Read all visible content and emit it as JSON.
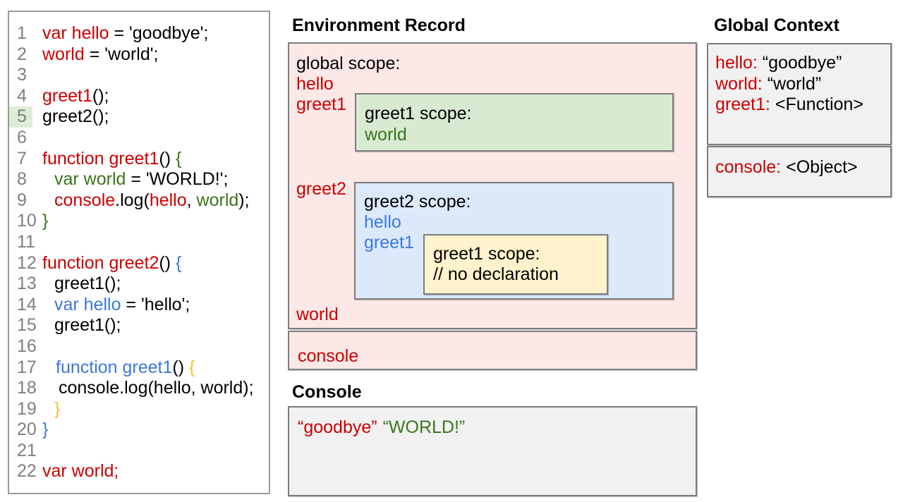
{
  "headings": {
    "environment_record": "Environment Record",
    "console": "Console",
    "global_context": "Global Context"
  },
  "palette": {
    "keyword_red": "#cc0000",
    "scope_green": "#38761d",
    "scope_blue": "#3c78d8",
    "scope_yellow": "#f1c232",
    "global_scope_bg": "#fce9e7",
    "greet1_scope_bg": "#d9ead3",
    "greet2_scope_bg": "#dbe9fb",
    "greet1_inner_scope_bg": "#fff2cc",
    "context_box_bg": "#f1f1f1",
    "line_highlight_bg": "#deedd6",
    "line_number_gray": "#7f7f7f"
  },
  "code": {
    "highlighted_line": 5,
    "lines": [
      {
        "n": 1,
        "indent": 0,
        "tokens": [
          [
            "var hello",
            "red"
          ],
          [
            " = 'goodbye';",
            "black"
          ]
        ]
      },
      {
        "n": 2,
        "indent": 0,
        "tokens": [
          [
            "world",
            "red"
          ],
          [
            " = 'world';",
            "black"
          ]
        ]
      },
      {
        "n": 3,
        "indent": 0,
        "tokens": []
      },
      {
        "n": 4,
        "indent": 0,
        "tokens": [
          [
            "greet1",
            "red"
          ],
          [
            "();",
            "black"
          ]
        ]
      },
      {
        "n": 5,
        "indent": 0,
        "tokens": [
          [
            "greet2();",
            "black"
          ]
        ]
      },
      {
        "n": 6,
        "indent": 0,
        "tokens": []
      },
      {
        "n": 7,
        "indent": 0,
        "tokens": [
          [
            "function greet1",
            "red"
          ],
          [
            "() ",
            "black"
          ],
          [
            "{",
            "green"
          ]
        ]
      },
      {
        "n": 8,
        "indent": 17,
        "tokens": [
          [
            "var world",
            "green"
          ],
          [
            " = 'WORLD!';",
            "black"
          ]
        ]
      },
      {
        "n": 9,
        "indent": 17,
        "tokens": [
          [
            "console",
            "red"
          ],
          [
            ".log(",
            "black"
          ],
          [
            "hello",
            "red"
          ],
          [
            ", ",
            "black"
          ],
          [
            "world",
            "green"
          ],
          [
            ");",
            "black"
          ]
        ]
      },
      {
        "n": 10,
        "indent": 0,
        "tokens": [
          [
            "}",
            "green"
          ]
        ]
      },
      {
        "n": 11,
        "indent": 0,
        "tokens": []
      },
      {
        "n": 12,
        "indent": 0,
        "tokens": [
          [
            "function greet2",
            "red"
          ],
          [
            "() ",
            "black"
          ],
          [
            "{",
            "blue"
          ]
        ]
      },
      {
        "n": 13,
        "indent": 17,
        "tokens": [
          [
            "greet1();",
            "black"
          ]
        ]
      },
      {
        "n": 14,
        "indent": 17,
        "tokens": [
          [
            "var hello",
            "blue"
          ],
          [
            " = 'hello';",
            "black"
          ]
        ]
      },
      {
        "n": 15,
        "indent": 17,
        "tokens": [
          [
            "greet1();",
            "black"
          ]
        ]
      },
      {
        "n": 16,
        "indent": 0,
        "tokens": []
      },
      {
        "n": 17,
        "indent": 19,
        "tokens": [
          [
            "function greet1",
            "blue"
          ],
          [
            "() ",
            "black"
          ],
          [
            "{",
            "yellow"
          ]
        ]
      },
      {
        "n": 18,
        "indent": 23,
        "tokens": [
          [
            "console.log(hello, world);",
            "black"
          ]
        ]
      },
      {
        "n": 19,
        "indent": 17,
        "tokens": [
          [
            "}",
            "yellow"
          ]
        ]
      },
      {
        "n": 20,
        "indent": 0,
        "tokens": [
          [
            "}",
            "blue"
          ]
        ]
      },
      {
        "n": 21,
        "indent": 0,
        "tokens": []
      },
      {
        "n": 22,
        "indent": 0,
        "tokens": [
          [
            "var world;",
            "red"
          ]
        ]
      }
    ]
  },
  "environment_record": {
    "global_scope_label": "global scope:",
    "global_vars": {
      "hello": "hello",
      "greet1": "greet1",
      "greet2": "greet2",
      "world": "world"
    },
    "greet1_scope": {
      "label": "greet1 scope:",
      "world": "world"
    },
    "greet2_scope": {
      "label": "greet2 scope:",
      "hello": "hello",
      "greet1": "greet1"
    },
    "greet1_inner_scope": {
      "label": "greet1 scope:",
      "comment": "// no declaration"
    },
    "console_label": "console"
  },
  "console_output": {
    "arg1": "“goodbye”",
    "arg2": "“WORLD!”"
  },
  "global_context": {
    "rows_box1": [
      {
        "name": "hello:",
        "value": "“goodbye”"
      },
      {
        "name": "world:",
        "value": "“world”"
      },
      {
        "name": "greet1:",
        "value": "<Function>"
      }
    ],
    "rows_box2": [
      {
        "name": "console:",
        "value": "<Object>"
      }
    ]
  }
}
